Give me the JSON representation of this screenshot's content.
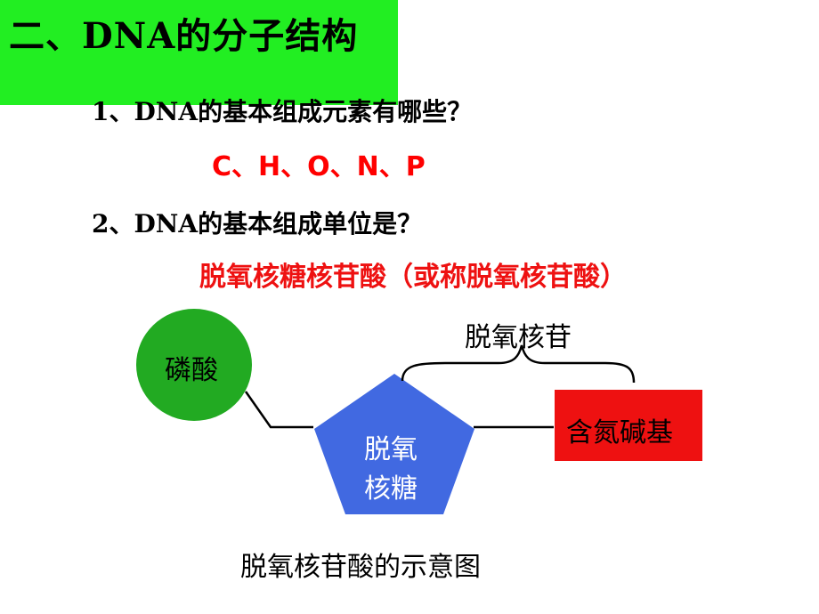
{
  "slide": {
    "title": "二、DNA的分子结构",
    "q1": "1、DNA的基本组成元素有哪些？",
    "a1": "C、H、O、N、P",
    "q2": "2、DNA的基本组成单位是？",
    "a2": "脱氧核糖核苷酸（或称脱氧核苷酸）"
  },
  "diagram": {
    "phosphate": "磷酸",
    "sugar_line1": "脱氧",
    "sugar_line2": "核糖",
    "base": "含氮碱基",
    "nucleoside_label": "脱氧核苷",
    "caption": "脱氧核苷酸的示意图",
    "colors": {
      "phosphate": "#22aa22",
      "sugar": "#4169e1",
      "base": "#ee1111",
      "title_bg": "#22ee22"
    }
  }
}
